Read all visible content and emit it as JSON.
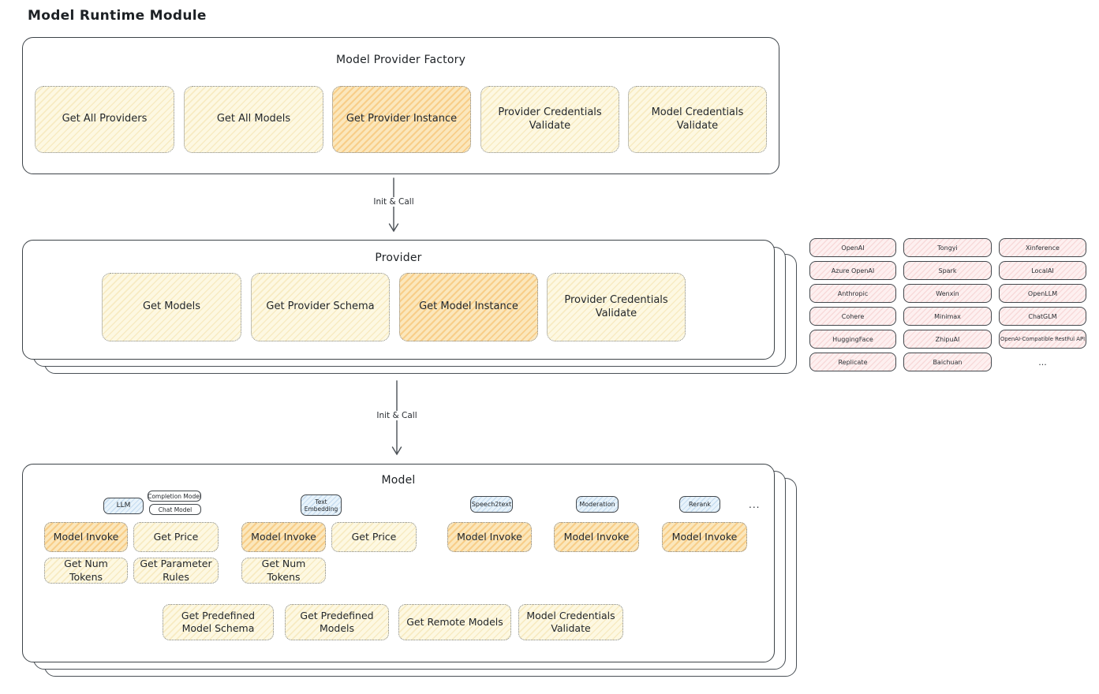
{
  "title": "Model Runtime Module",
  "colors": {
    "yellow_fill": "#fdf8e2",
    "orange_fill": "#fbe7bc",
    "pink_fill": "#fdf0f0",
    "blue_fill": "#e8f3fb",
    "panel_border": "#3d4348"
  },
  "factory": {
    "title": "Model Provider Factory",
    "boxes": [
      "Get All Providers",
      "Get All Models",
      "Get Provider Instance",
      "Provider Credentials Validate",
      "Model Credentials Validate"
    ]
  },
  "flow": {
    "arrow1_label": "Init & Call",
    "arrow2_label": "Init & Call"
  },
  "provider": {
    "title": "Provider",
    "boxes": [
      "Get Models",
      "Get Provider Schema",
      "Get Model Instance",
      "Provider Credentials Validate"
    ]
  },
  "vendors": {
    "items": [
      "OpenAI",
      "Tongyi",
      "Xinference",
      "Azure OpenAI",
      "Spark",
      "LocalAI",
      "Anthropic",
      "Wenxin",
      "OpenLLM",
      "Cohere",
      "Minimax",
      "ChatGLM",
      "HuggingFace",
      "ZhipuAI",
      "OpenAI-Compatible RestFul API",
      "Replicate",
      "Baichuan"
    ],
    "more": "..."
  },
  "model": {
    "title": "Model",
    "tags": [
      "LLM",
      "Completion Model",
      "Chat Model",
      "Text Embedding",
      "Speech2text",
      "Moderation",
      "Rerank"
    ],
    "tags_more": "...",
    "invoke_row": [
      "Model Invoke",
      "Get Price",
      "Model Invoke",
      "Get Price",
      "Model Invoke",
      "Model Invoke",
      "Model Invoke"
    ],
    "util_row": [
      "Get Num Tokens",
      "Get Parameter Rules",
      "Get Num Tokens"
    ],
    "bottom_row": [
      "Get Predefined Model Schema",
      "Get Predefined Models",
      "Get Remote Models",
      "Model Credentials Validate"
    ]
  }
}
